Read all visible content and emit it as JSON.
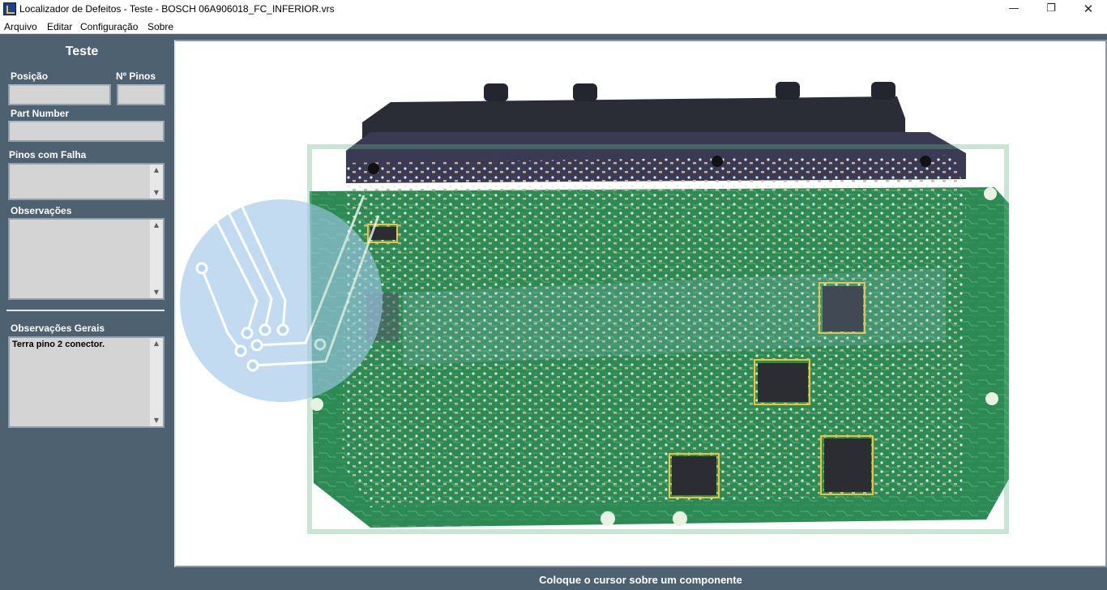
{
  "window": {
    "title": "Localizador de Defeitos - Teste - BOSCH 06A906018_FC_INFERIOR.vrs",
    "icons": {
      "minimize": "minimize-icon",
      "maximize": "restore-icon",
      "close": "close-icon"
    }
  },
  "menu": {
    "items": [
      {
        "label": "Arquivo"
      },
      {
        "label": "Editar"
      },
      {
        "label": "Configuração"
      },
      {
        "label": "Sobre"
      }
    ]
  },
  "panel": {
    "title": "Teste",
    "posicao_label": "Posição",
    "posicao_value": "",
    "npinos_label": "Nº Pinos",
    "npinos_value": "",
    "partnumber_label": "Part Number",
    "partnumber_value": "",
    "pinos_falha_label": "Pinos com Falha",
    "pinos_falha_value": "",
    "observacoes_label": "Observações",
    "observacoes_value": "",
    "observacoes_gerais_label": "Observações Gerais",
    "observacoes_gerais_value": "Terra pino 2 conector."
  },
  "colors": {
    "sidebar_bg": "#4e6170",
    "field_bg": "#d4d4d4",
    "highlight": "#f2c230",
    "pcb_green": "#2e8a55"
  },
  "status": {
    "text": "Coloque o cursor sobre um componente"
  }
}
